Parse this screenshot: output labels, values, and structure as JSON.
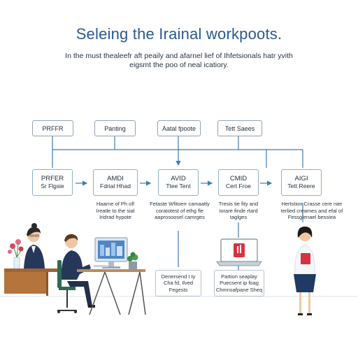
{
  "header": {
    "title": "Seleing the Irainal workpoots.",
    "subtitle": "In the must thealeefr aft peaily and afarnel lief of Ihfetsionals hatr yvith eigsmt the poo of neal icatiory."
  },
  "top_boxes": [
    {
      "label": "PRFFR"
    },
    {
      "label": "Panting"
    },
    {
      "label": "Aatal fpoote"
    },
    {
      "label": "Tett Saees"
    }
  ],
  "nodes": [
    {
      "line1": "PRFER",
      "line2": "Sr Flgsie"
    },
    {
      "line1": "AMDI",
      "line2": "Fdrial Hhad"
    },
    {
      "line1": "AVID",
      "line2": "Ttee Tent"
    },
    {
      "line1": "CMID",
      "line2": "Cert Froe"
    },
    {
      "line1": "AIGI",
      "line2": "Tett Reere"
    }
  ],
  "notes": [
    {
      "text": "Haarne of Ph ofl Ireatle to the sial Iridrad hypote"
    },
    {
      "text": "Fetaste Wfitoerr camaatty coratotest of ethg fle aaprosoosel camrges"
    },
    {
      "text": "Tresis tie fity and Iorare finde rtard taglges"
    },
    {
      "text": "Hertstion Crasse cere nier terlied creames and efal of Fessglenael bessiea"
    }
  ],
  "bottom_cards": [
    {
      "text": "Denersend I ty Cha fd, Ilved Fegests"
    },
    {
      "text": "Partion seaplay Puecsent ip foag Chmnsafpane Sheq"
    }
  ],
  "colors": {
    "accent": "#2b5a8a",
    "connector": "#3f7cb5",
    "node_border": "#8fb0cc"
  }
}
